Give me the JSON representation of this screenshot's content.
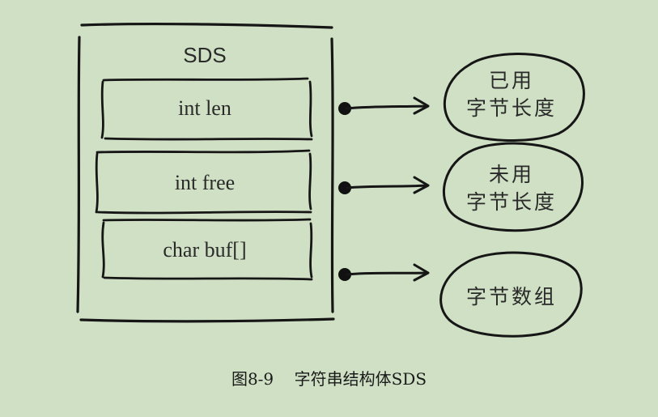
{
  "diagram": {
    "struct_label": "SDS",
    "fields": [
      {
        "label": "int len"
      },
      {
        "label": "int free"
      },
      {
        "label": "char buf[]"
      }
    ],
    "descriptions": [
      {
        "lines": [
          "已用",
          "字节长度"
        ]
      },
      {
        "lines": [
          "未用",
          "字节长度"
        ]
      },
      {
        "lines": [
          "字节数组"
        ]
      }
    ]
  },
  "caption": {
    "number": "图8-9",
    "text": "字符串结构体SDS"
  }
}
